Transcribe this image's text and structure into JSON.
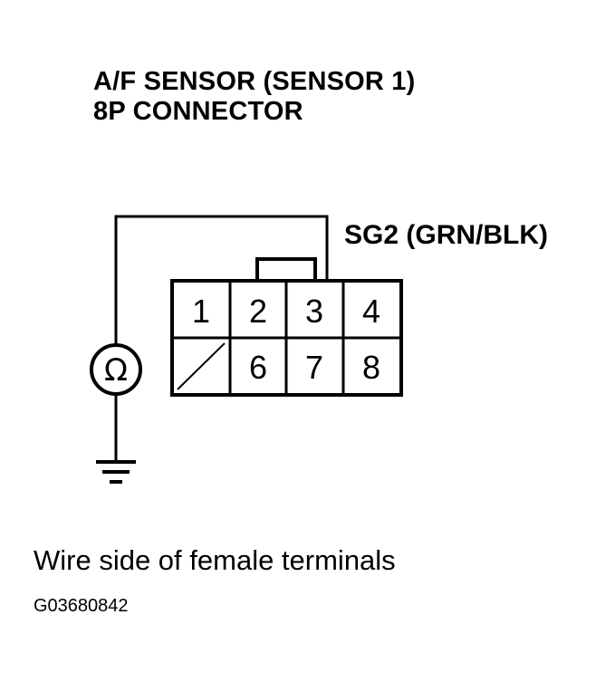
{
  "title": {
    "line1": "A/F SENSOR (SENSOR 1)",
    "line2": "8P CONNECTOR"
  },
  "pin_label": "SG2 (GRN/BLK)",
  "connector": {
    "top_row": [
      "1",
      "2",
      "3",
      "4"
    ],
    "bottom_row": [
      "",
      "6",
      "7",
      "8"
    ]
  },
  "meter_symbol": "Ω",
  "caption": "Wire side of female terminals",
  "figure_id": "G03680842",
  "icons": {
    "meter": "ohmmeter-icon",
    "ground": "ground-icon"
  },
  "colors": {
    "ink": "#000000",
    "background": "#ffffff"
  }
}
